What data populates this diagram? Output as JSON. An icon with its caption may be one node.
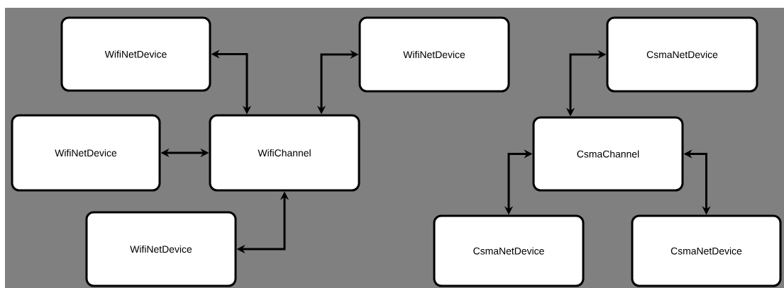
{
  "diagram": {
    "nodes": [
      {
        "text": [
          "WifiNetDevice"
        ]
      },
      {
        "text": [
          "WifiNetDevice"
        ]
      },
      {
        "text": [
          "CsmaNetDevice"
        ]
      },
      {
        "text": [
          "WifiNetDevice"
        ]
      },
      {
        "text": [
          "WifiChannel"
        ]
      },
      {
        "text": [
          "CsmaChannel"
        ]
      },
      {
        "text": [
          "WifiNetDevice"
        ]
      },
      {
        "text": [
          "CsmaNetDevice"
        ]
      },
      {
        "text": [
          "CsmaNetDevice"
        ]
      }
    ],
    "edges": [
      {
        "from": 0,
        "to": 4,
        "arrow": "both"
      },
      {
        "from": 4,
        "to": 1,
        "arrow": "both"
      },
      {
        "from": 3,
        "to": 4,
        "arrow": "both"
      },
      {
        "from": 4,
        "to": 6,
        "arrow": "both"
      },
      {
        "from": 5,
        "to": 2,
        "arrow": "both"
      },
      {
        "from": 5,
        "to": 7,
        "arrow": "both"
      },
      {
        "from": 5,
        "to": 8,
        "arrow": "both"
      }
    ]
  }
}
